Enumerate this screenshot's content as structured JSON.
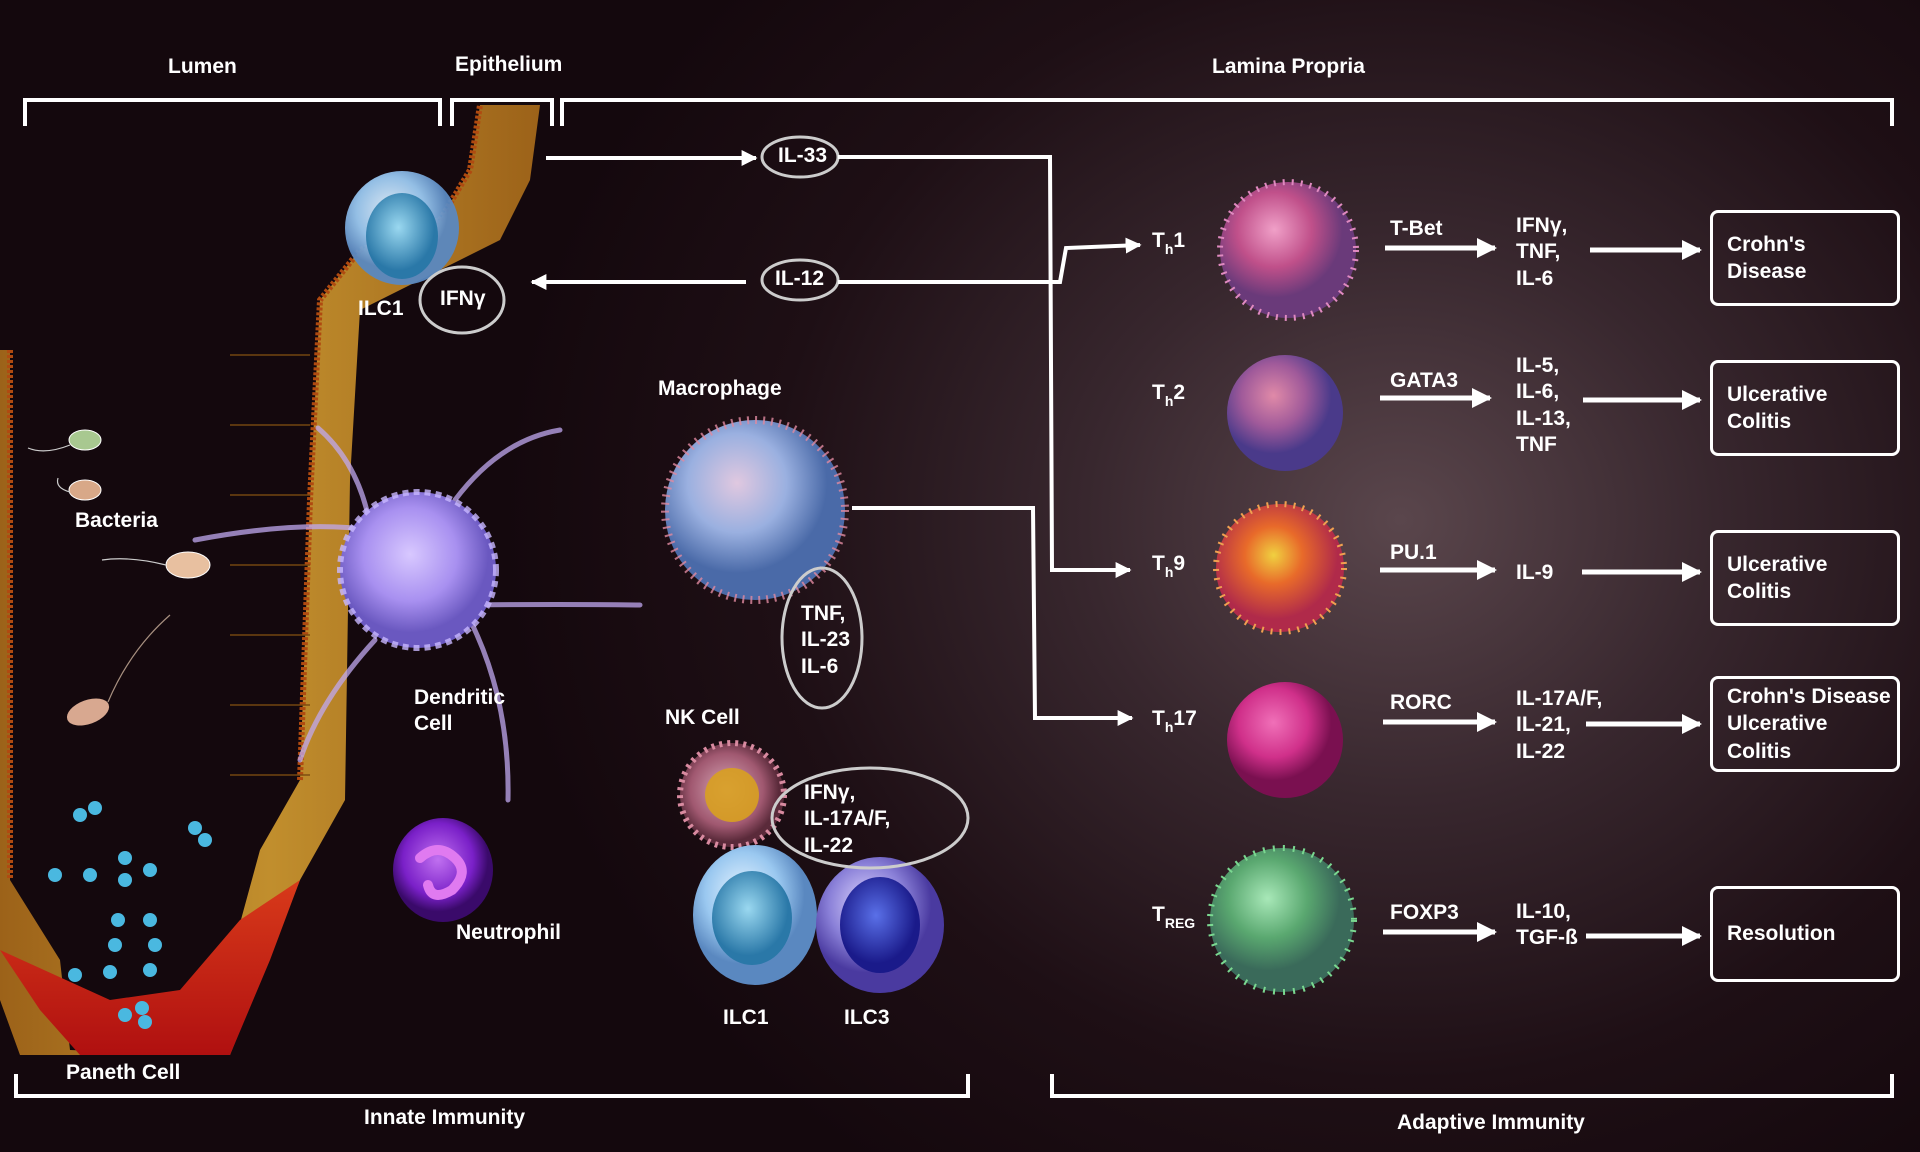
{
  "regions": {
    "lumen": "Lumen",
    "epithelium": "Epithelium",
    "lamina_propria": "Lamina Propria",
    "innate": "Innate Immunity",
    "adaptive": "Adaptive Immunity"
  },
  "cells": {
    "ilc1_epi": "ILC1",
    "bacteria": "Bacteria",
    "dendritic": "Dendritic\nCell",
    "macrophage": "Macrophage",
    "nk": "NK Cell",
    "neutrophil": "Neutrophil",
    "paneth": "Paneth Cell",
    "ilc1": "ILC1",
    "ilc3": "ILC3"
  },
  "cytokines": {
    "il33": "IL-33",
    "il12": "IL-12",
    "ifng_epi": "IFNγ",
    "macrophage_out": "TNF,\nIL-23\nIL-6",
    "nk_out": "IFNγ,\nIL-17A/F,\nIL-22"
  },
  "tcells": [
    {
      "base": "T",
      "sub": "h",
      "sup": "1",
      "tf": "T-Bet",
      "cytokines": "IFNγ,\nTNF,\nIL-6",
      "outcome": "Crohn's\nDisease"
    },
    {
      "base": "T",
      "sub": "h",
      "sup": "2",
      "tf": "GATA3",
      "cytokines": "IL-5,\nIL-6,\nIL-13,\nTNF",
      "outcome": "Ulcerative\nColitis"
    },
    {
      "base": "T",
      "sub": "h",
      "sup": "9",
      "tf": "PU.1",
      "cytokines": "IL-9",
      "outcome": "Ulcerative\nColitis"
    },
    {
      "base": "T",
      "sub": "h",
      "sup": "17",
      "tf": "RORC",
      "cytokines": "IL-17A/F,\nIL-21,\nIL-22",
      "outcome": "Crohn's Disease\nUlcerative Colitis"
    },
    {
      "base": "T",
      "sub": "REG",
      "sup": "",
      "tf": "FOXP3",
      "cytokines": "IL-10,\nTGF-ß",
      "outcome": "Resolution"
    }
  ],
  "colors": {
    "th1": "#c0508a",
    "th2": "#8a6ab0",
    "th9": "#e0482a",
    "th17": "#d0308a",
    "treg": "#5aa870",
    "macrophage": "#8aa8d8",
    "dendritic": "#b09ae8",
    "neutrophil": "#8a2ad8",
    "ilc1": "#7ab0d8",
    "ilc3": "#6a58c8",
    "nk": "#a05870",
    "epithelium": "#c8902a"
  }
}
